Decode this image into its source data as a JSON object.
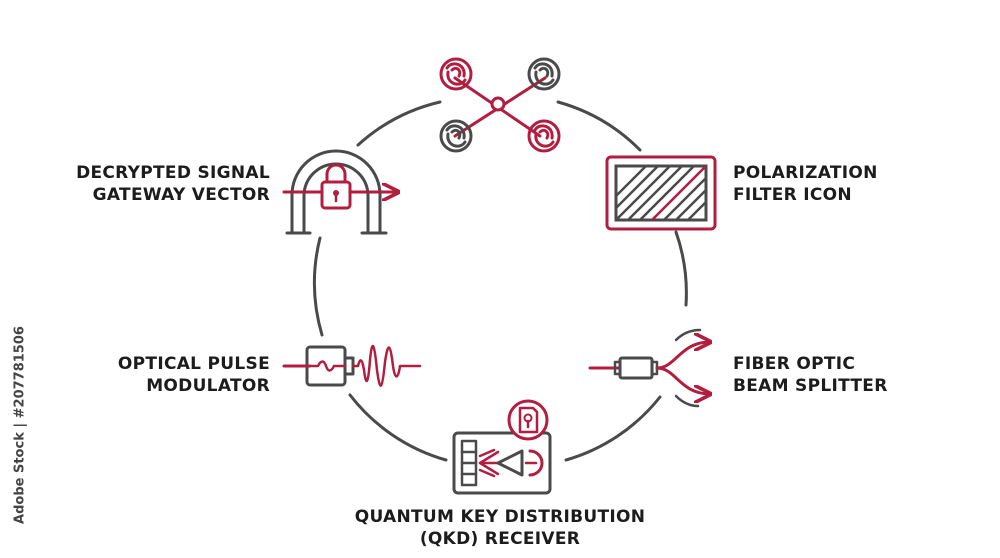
{
  "colors": {
    "accent": "#b11e3f",
    "stroke": "#4a4a4a",
    "text": "#1c1c1c"
  },
  "labels": {
    "decrypted": [
      "DECRYPTED SIGNAL",
      "GATEWAY VECTOR"
    ],
    "polarization": [
      "POLARIZATION",
      "FILTER ICON"
    ],
    "pulse": [
      "OPTICAL PULSE",
      "MODULATOR"
    ],
    "fiber": [
      "FIBER OPTIC",
      "BEAM SPLITTER"
    ],
    "qkd": [
      "QUANTUM KEY DISTRIBUTION",
      "(QKD) RECEIVER"
    ]
  },
  "icons": {
    "top": "entangled-swirls-icon",
    "gateway": "lock-gateway-icon",
    "filter": "polarization-filter-icon",
    "modulator": "pulse-modulator-icon",
    "splitter": "beam-splitter-icon",
    "receiver": "qkd-receiver-icon"
  },
  "credit": "Adobe Stock | #207781506"
}
